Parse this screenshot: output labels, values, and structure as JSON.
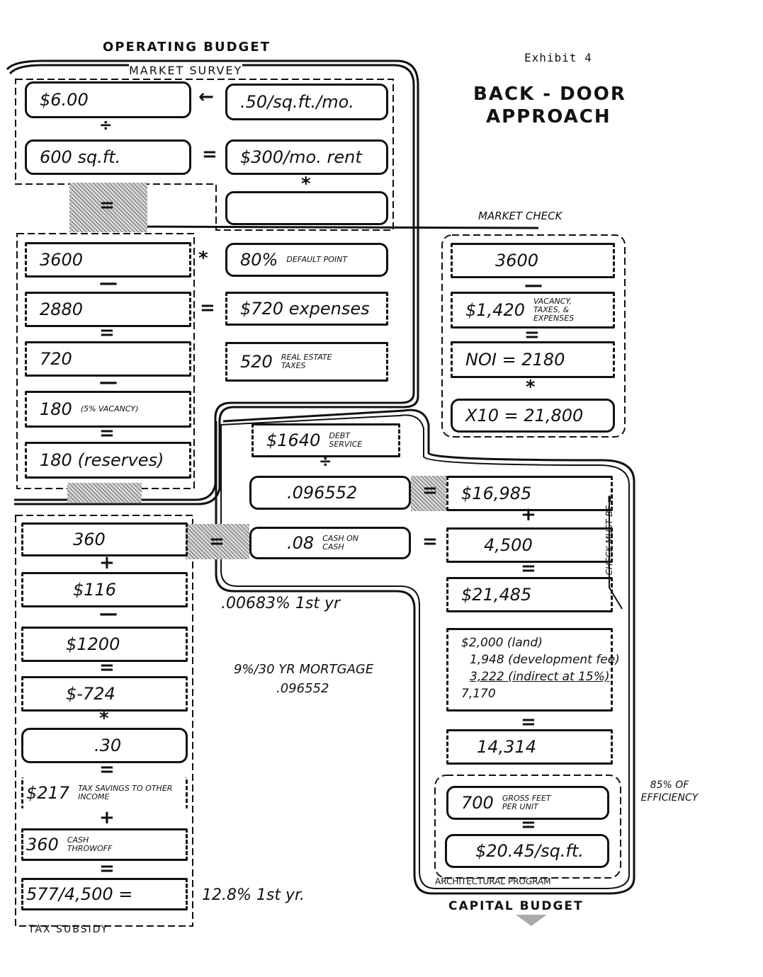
{
  "header": {
    "operating_budget": "Operating Budget",
    "exhibit": "Exhibit 4",
    "title_line1": "Back - Door",
    "title_line2": "Approach"
  },
  "market_survey": {
    "label": "Market Survey",
    "annual_rent": "$6.00",
    "rate": ".50/sq.ft./mo.",
    "area": "600 sq.ft.",
    "monthly_rent": "$300/mo. rent",
    "blank": ""
  },
  "operating": [
    {
      "value": "3600"
    },
    {
      "value": "2880"
    },
    {
      "value": "720"
    },
    {
      "value": "180",
      "note": "(5% vacancy)"
    },
    {
      "value": "180 (reserves)"
    }
  ],
  "operating_right": [
    {
      "value": "80%",
      "note": "default point"
    },
    {
      "value": "$720 expenses"
    },
    {
      "value": "520",
      "note": "real estate taxes"
    }
  ],
  "market_check": {
    "label": "Market Check",
    "gross": "3600",
    "deductions": "$1,420",
    "deductions_note": "vacancy, taxes, & expenses",
    "noi": "NOI = 2180",
    "value": "X10 = 21,800"
  },
  "financing": {
    "debt_service": "$1640",
    "debt_service_note": "debt service",
    "constant": ".096552",
    "cash_on_cash": ".08",
    "cash_on_cash_note": "cash on cash",
    "first_year_note": ".00683%  1st yr",
    "mortgage_note": "9%/30 yr mortgage",
    "mortgage_constant": ".096552"
  },
  "capital": [
    {
      "value": "$16,985"
    },
    {
      "value": "4,500"
    },
    {
      "value": "$21,485"
    },
    {
      "line1": "$2,000 (land)",
      "line2": "1,948 (development fee)",
      "line3": "3,222 (indirect at 15%)",
      "total": "7,170"
    },
    {
      "value": "14,314"
    },
    {
      "value": "700",
      "note": "gross feet per unit"
    },
    {
      "value": "$20.45/sq.ft."
    }
  ],
  "capital_notes": {
    "check": "Check must be =",
    "efficiency": "85% of efficiency",
    "program": "Architectural Program",
    "capital_budget": "Capital Budget"
  },
  "tax": [
    {
      "value": "360"
    },
    {
      "value": "$116"
    },
    {
      "value": "$1200"
    },
    {
      "value": "$-724"
    },
    {
      "value": ".30"
    },
    {
      "value": "$217",
      "note": "tax savings to other income"
    },
    {
      "value": "360",
      "note": "cash throwoff"
    },
    {
      "value": "577/4,500 ="
    }
  ],
  "tax_notes": {
    "result": "12.8%  1st yr.",
    "label": "Tax Subsidy"
  },
  "operators": {
    "divide": "÷",
    "equals": "=",
    "times": "*",
    "minus": "—",
    "plus": "+",
    "arrow": "←"
  }
}
